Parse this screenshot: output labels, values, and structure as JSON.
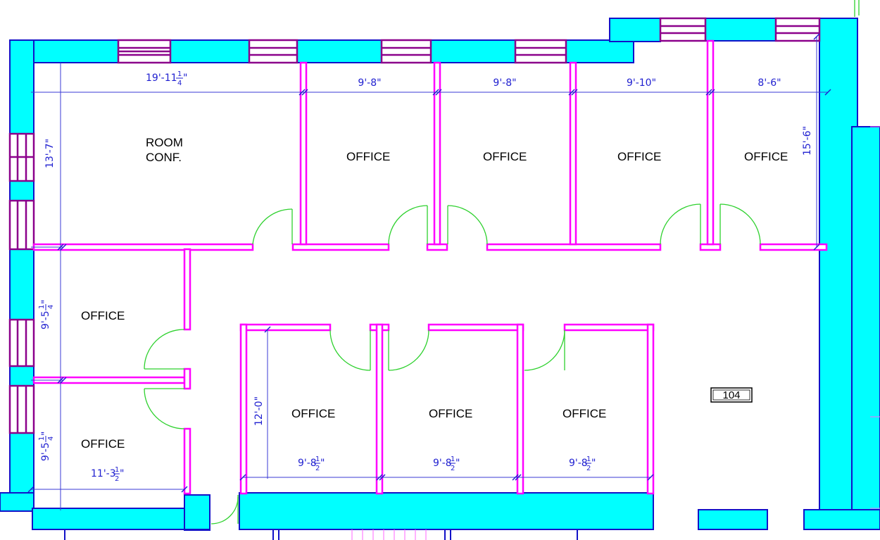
{
  "colors": {
    "wall_fill": "#00ffff",
    "wall_edge": "#1212c8",
    "partition": "#ff00ff",
    "window": "#8b008b",
    "door": "#2ed12e",
    "dimension": "#1f1fd0",
    "text": "#000000"
  },
  "rooms": [
    {
      "id": "conf-line1",
      "label": "ROOM"
    },
    {
      "id": "conf-line2",
      "label": "CONF."
    },
    {
      "id": "office-1",
      "label": "OFFICE"
    },
    {
      "id": "office-2",
      "label": "OFFICE"
    },
    {
      "id": "office-3",
      "label": "OFFICE"
    },
    {
      "id": "office-4",
      "label": "OFFICE"
    },
    {
      "id": "office-5",
      "label": "OFFICE"
    },
    {
      "id": "office-6",
      "label": "OFFICE"
    },
    {
      "id": "office-7",
      "label": "OFFICE"
    },
    {
      "id": "office-8",
      "label": "OFFICE"
    },
    {
      "id": "office-9",
      "label": "OFFICE"
    }
  ],
  "room_tag": "104",
  "dimensions": {
    "conf_width": {
      "main": "19'-11",
      "num": "1",
      "den": "4",
      "tail": "\""
    },
    "office_a_width": "9'-8\"",
    "office_b_width": "9'-8\"",
    "office_c_width": "9'-10\"",
    "office_d_width": "8'-6\"",
    "conf_depth": "13'-7\"",
    "right_depth": "15'-6\"",
    "left_office_upper": {
      "main": "9'-5",
      "num": "1",
      "den": "4",
      "tail": "\""
    },
    "left_office_lower": {
      "main": "9'-5",
      "num": "1",
      "den": "4",
      "tail": "\""
    },
    "left_office_width": {
      "main": "11'-3",
      "num": "1",
      "den": "2",
      "tail": "\""
    },
    "center_depth": "12'-0\"",
    "center_w1": {
      "main": "9'-8",
      "num": "1",
      "den": "2",
      "tail": "\""
    },
    "center_w2": {
      "main": "9'-8",
      "num": "1",
      "den": "2",
      "tail": "\""
    },
    "center_w3": {
      "main": "9'-8",
      "num": "1",
      "den": "2",
      "tail": "\""
    }
  }
}
